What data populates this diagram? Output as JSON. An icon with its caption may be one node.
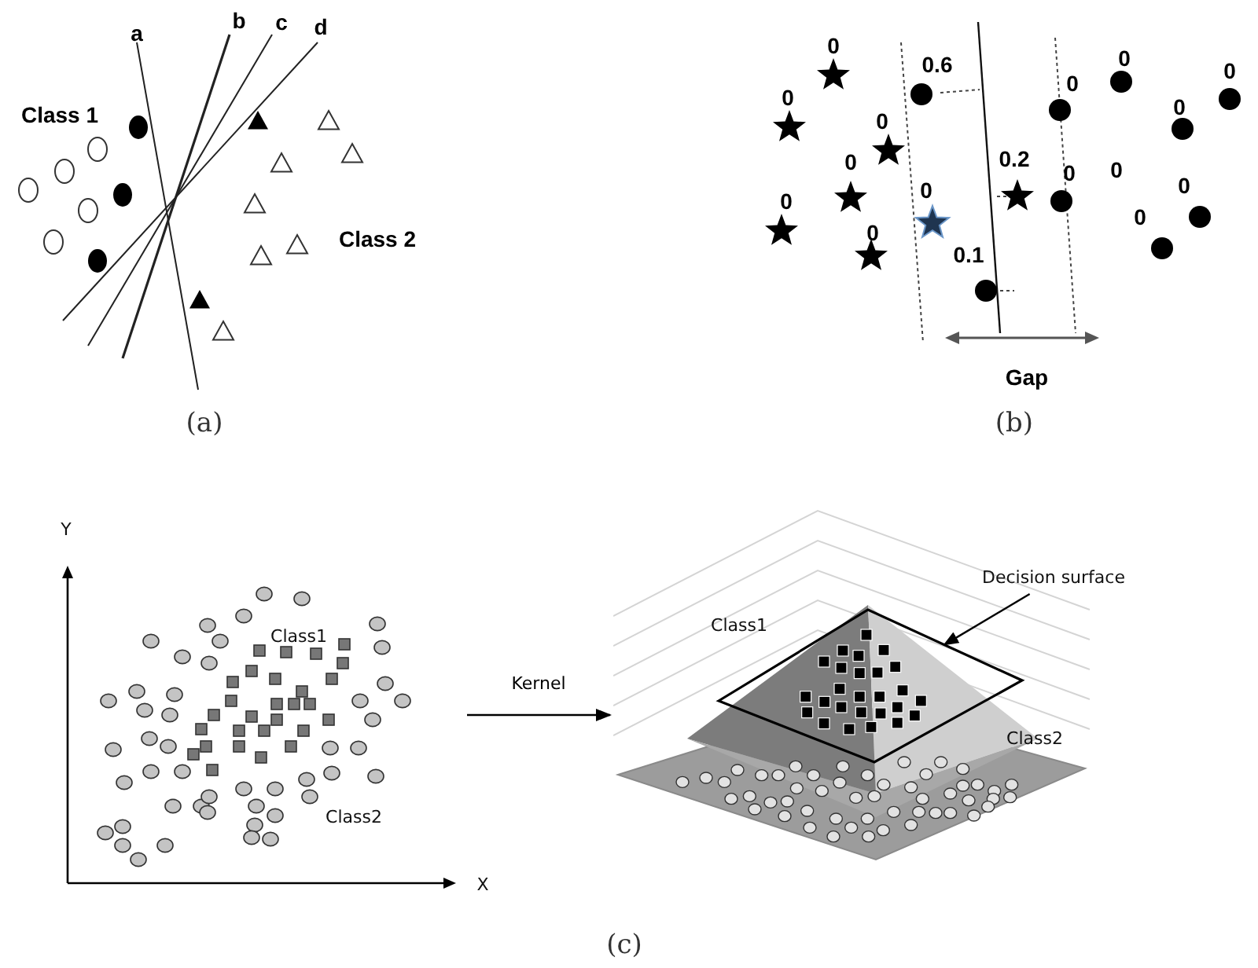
{
  "diagram": {
    "nodes": [
      {
        "text": [],
        "shape": "picture"
      },
      {
        "text": [],
        "shape": "picture"
      },
      {
        "text": [
          "Decision surface"
        ]
      },
      {
        "text": [],
        "shape": "box",
        "in": 1
      }
    ],
    "edges": [
      {
        "from": 0,
        "to": 1,
        "arrow": "to",
        "label": "Kernel"
      },
      {
        "from": 2,
        "to": 3,
        "arrow": "to"
      }
    ],
    "labels": [
      "a",
      "b",
      "c",
      "d",
      "Class 1",
      "Class 2",
      "(a)",
      "0",
      "0.6",
      "0",
      "0",
      "0",
      "0",
      "0",
      "0",
      "0.2",
      "0",
      "0",
      "0",
      "0",
      "0",
      "0",
      "0",
      "0",
      "0.1",
      "Gap",
      "(b)",
      "Y",
      "Class1",
      "Class1",
      "Class2",
      "Class2",
      "X",
      "(c)"
    ]
  }
}
